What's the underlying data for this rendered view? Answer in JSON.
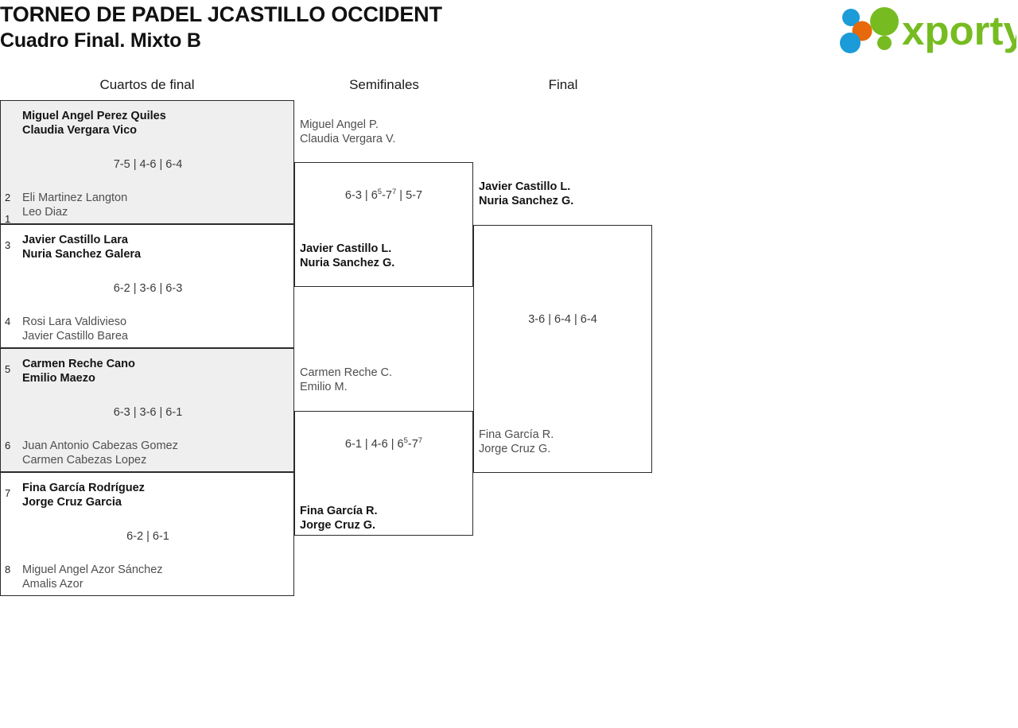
{
  "header": {
    "title_line_1": "TORNEO DE PADEL JCASTILLO OCCIDENT",
    "title_line_2": "Cuadro Final. Mixto B",
    "logo_text": "xporty",
    "logo_colors": {
      "green": "#76bc21",
      "orange": "#e8690b",
      "blue": "#1b9bd8"
    }
  },
  "rounds": {
    "quarterfinals_label": "Cuartos de final",
    "semifinals_label": "Semifinales",
    "final_label": "Final"
  },
  "quarterfinals": [
    {
      "shaded": true,
      "top": {
        "seed": "1",
        "p1": "Miguel Angel Perez Quiles",
        "p2": "Claudia Vergara Vico",
        "result": "winner"
      },
      "bottom": {
        "seed": "2",
        "p1": "Eli Martinez Langton",
        "p2": "Leo Diaz",
        "result": "loser"
      },
      "score": "7-5 | 4-6 | 6-4"
    },
    {
      "shaded": false,
      "top": {
        "seed": "3",
        "p1": "Javier Castillo Lara",
        "p2": "Nuria Sanchez Galera",
        "result": "winner"
      },
      "bottom": {
        "seed": "4",
        "p1": "Rosi Lara Valdivieso",
        "p2": "Javier Castillo Barea",
        "result": "loser"
      },
      "score": "6-2 | 3-6 | 6-3"
    },
    {
      "shaded": true,
      "top": {
        "seed": "5",
        "p1": "Carmen Reche Cano",
        "p2": "Emilio Maezo",
        "result": "winner"
      },
      "bottom": {
        "seed": "6",
        "p1": "Juan Antonio Cabezas Gomez",
        "p2": "Carmen Cabezas Lopez",
        "result": "loser"
      },
      "score": "6-3 | 3-6 | 6-1"
    },
    {
      "shaded": false,
      "top": {
        "seed": "7",
        "p1": "Fina García Rodríguez",
        "p2": "Jorge Cruz Garcia",
        "result": "winner"
      },
      "bottom": {
        "seed": "8",
        "p1": "Miguel Angel Azor Sánchez",
        "p2": "Amalis Azor",
        "result": "loser"
      },
      "score": "6-2 | 6-1"
    }
  ],
  "semifinals": [
    {
      "top": {
        "p1": "Miguel Angel P.",
        "p2": "Claudia Vergara V.",
        "result": "loser"
      },
      "bottom": {
        "p1": "Javier Castillo L.",
        "p2": "Nuria Sanchez G.",
        "result": "winner"
      },
      "score_parts": [
        {
          "text": "6-3 | 6",
          "sup": ""
        },
        {
          "text": "",
          "sup": "5"
        },
        {
          "text": "-7",
          "sup": "7"
        },
        {
          "text": " | 5-7",
          "sup": ""
        }
      ],
      "score_plain": "6-3 | 6(5)-7(7) | 5-7"
    },
    {
      "top": {
        "p1": "Carmen Reche C.",
        "p2": "Emilio M.",
        "result": "loser"
      },
      "bottom": {
        "p1": "Fina García R.",
        "p2": "Jorge Cruz G.",
        "result": "winner"
      },
      "score_parts": [
        {
          "text": "6-1 | 4-6 | 6",
          "sup": ""
        },
        {
          "text": "",
          "sup": "5"
        },
        {
          "text": "-7",
          "sup": "7"
        }
      ],
      "score_plain": "6-1 | 4-6 | 6(5)-7(7)"
    }
  ],
  "final": {
    "top": {
      "p1": "Javier Castillo L.",
      "p2": "Nuria Sanchez G.",
      "result": "winner"
    },
    "bottom": {
      "p1": "Fina García R.",
      "p2": "Jorge Cruz G.",
      "result": "loser"
    },
    "score": "3-6 | 6-4 | 6-4"
  }
}
